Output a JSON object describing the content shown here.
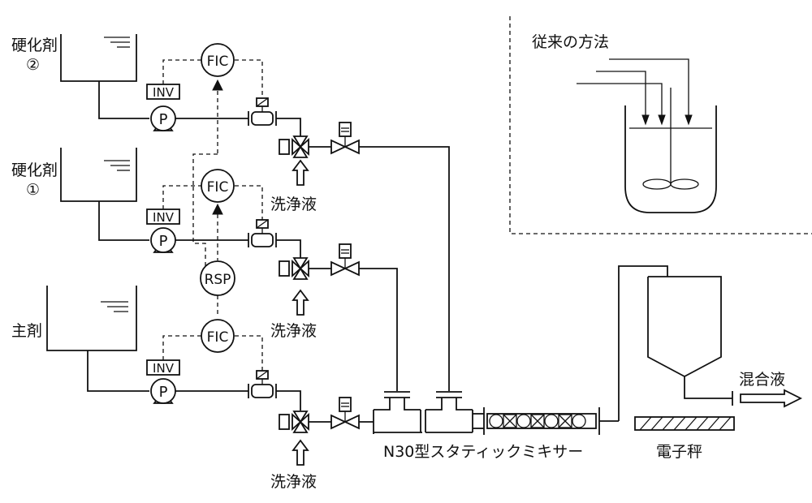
{
  "tanks": {
    "hardener2": {
      "label_line1": "硬化剤",
      "label_line2": "②"
    },
    "hardener1": {
      "label_line1": "硬化剤",
      "label_line2": "①"
    },
    "main": {
      "label": "主剤"
    }
  },
  "instruments": {
    "fic": "FIC",
    "rsp": "RSP",
    "inv": "INV",
    "pump": "P"
  },
  "wash_liquid": "洗浄液",
  "mixer_label": "N30型スタティックミキサー",
  "scale_label": "電子秤",
  "output_label": "混合液",
  "conventional_label": "従来の方法"
}
